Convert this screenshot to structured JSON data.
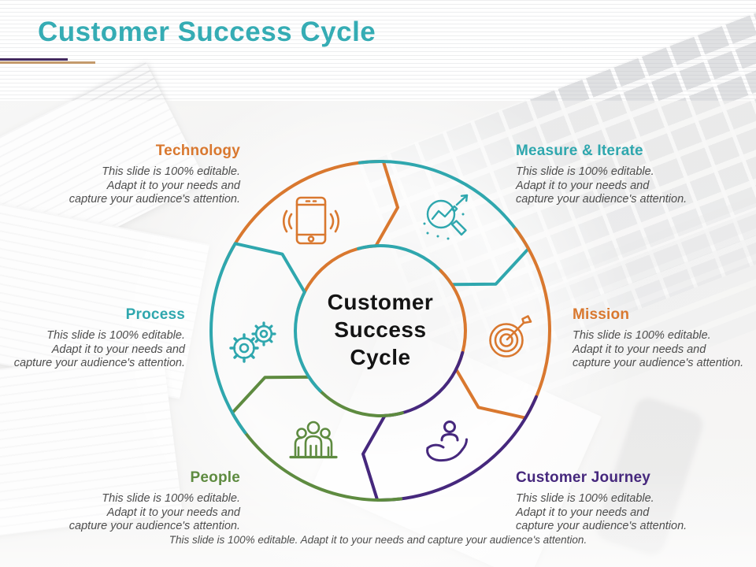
{
  "slide_title": "Customer Success Cycle",
  "center": {
    "line1": "Customer",
    "line2": "Success",
    "line3": "Cycle"
  },
  "note_lines": [
    "This slide is 100% editable.",
    "Adapt it to your needs and",
    "capture your audience's attention."
  ],
  "footer": "This slide is 100% editable. Adapt it to your needs and capture your audience's attention.",
  "sections": {
    "technology": {
      "label": "Technology",
      "color": "#d9782f",
      "icon": "smartphone-icon"
    },
    "measure_iterate": {
      "label": "Measure & Iterate",
      "color": "#2fa7ae",
      "icon": "magnifier-chart-icon"
    },
    "process": {
      "label": "Process",
      "color": "#2fa7ae",
      "icon": "gears-icon"
    },
    "mission": {
      "label": "Mission",
      "color": "#d9782f",
      "icon": "target-dart-icon"
    },
    "people": {
      "label": "People",
      "color": "#5e8b40",
      "icon": "people-group-icon"
    },
    "customer_journey": {
      "label": "Customer Journey",
      "color": "#46287d",
      "icon": "hand-person-icon"
    }
  },
  "decorations": {
    "title_color": "#35acb4",
    "underline_primary_color": "#42295e",
    "underline_secondary_color": "#c49a6c",
    "body_text_color": "#4e4e4e",
    "center_text_color": "#141414"
  }
}
